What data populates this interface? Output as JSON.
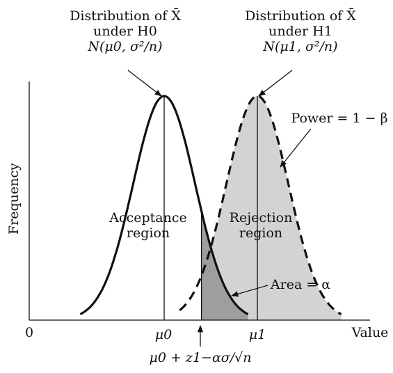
{
  "chart_data": {
    "type": "area",
    "title": "",
    "xlabel": "Value",
    "ylabel": "Frequency",
    "origin_label": "0",
    "grid": false,
    "legend": "none",
    "x_ticks": [
      "μ0",
      "μ1"
    ],
    "critical_value_label": "μ0 + z1−ασ/√n",
    "series": [
      {
        "name": "Distribution of X̄ under H0",
        "label_lines": [
          "Distribution of X̄",
          "under H0",
          "N(μ0, σ²/n)"
        ],
        "mean_label": "μ0",
        "line_style": "solid",
        "x": [
          -2.7,
          -2.5,
          -2.0,
          -1.5,
          -1.0,
          -0.5,
          0.0,
          0.5,
          1.0,
          1.5,
          2.0,
          2.5,
          2.7
        ],
        "y": [
          0.03,
          0.04,
          0.14,
          0.32,
          0.61,
          0.88,
          1.0,
          0.88,
          0.61,
          0.32,
          0.14,
          0.04,
          0.03
        ]
      },
      {
        "name": "Distribution of X̄ under H1",
        "label_lines": [
          "Distribution of X̄",
          "under H1",
          "N(μ1, σ²/n)"
        ],
        "mean_label": "μ1",
        "line_style": "dashed",
        "x": [
          0.5,
          1.0,
          1.5,
          2.0,
          2.5,
          3.0,
          3.5,
          4.0,
          4.5,
          5.0,
          5.5,
          5.7
        ],
        "y": [
          0.04,
          0.14,
          0.32,
          0.61,
          0.88,
          1.0,
          0.88,
          0.61,
          0.32,
          0.14,
          0.04,
          0.03
        ]
      }
    ],
    "mu0": 0,
    "mu1": 3,
    "critical_value": 1.2,
    "regions": [
      {
        "label_lines": [
          "Acceptance",
          "region"
        ],
        "from": -2.7,
        "to": 1.2
      },
      {
        "label_lines": [
          "Rejection",
          "region"
        ],
        "from": 1.2,
        "to": 5.7
      }
    ],
    "annotations": [
      {
        "text": "Power = 1 − β",
        "shade": "light gray",
        "color": "#d3d3d3"
      },
      {
        "text": "Area = α",
        "shade": "dark gray",
        "color": "#9e9e9e"
      }
    ]
  }
}
